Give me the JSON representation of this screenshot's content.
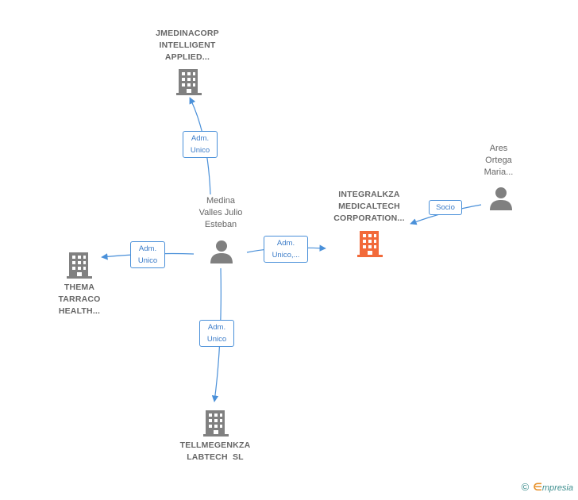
{
  "colors": {
    "edge": "#4a90d9",
    "node_gray": "#808080",
    "node_focus": "#f26a3a"
  },
  "nodes": {
    "jmedinacorp": {
      "label_lines": [
        "JMEDINACORP",
        "INTELLIGENT",
        "APPLIED..."
      ],
      "icon": "building-icon"
    },
    "medina": {
      "label_lines": [
        "Medina",
        "Valles Julio",
        "Esteban"
      ],
      "icon": "person-icon"
    },
    "integralkza": {
      "label_lines": [
        "INTEGRALKZA",
        "MEDICALTECH",
        "CORPORATION..."
      ],
      "icon": "building-icon"
    },
    "ares": {
      "label_lines": [
        "Ares",
        "Ortega",
        "Maria..."
      ],
      "icon": "person-icon"
    },
    "thema": {
      "label_lines": [
        "THEMA",
        "TARRACO",
        "HEALTH..."
      ],
      "icon": "building-icon"
    },
    "tellmegenkza": {
      "label_lines": [
        "TELLMEGENKZA",
        "LABTECH  SL"
      ],
      "icon": "building-icon"
    }
  },
  "edges": {
    "to_jmedinacorp": [
      "Adm.",
      "Unico"
    ],
    "to_thema": [
      "Adm.",
      "Unico"
    ],
    "to_integralkza": [
      "Adm.",
      "Unico,..."
    ],
    "to_tellmegenkza": [
      "Adm.",
      "Unico"
    ],
    "ares_to_integralkza": [
      "Socio"
    ]
  },
  "brand": {
    "copyright": "©",
    "e": "∈",
    "rest": "mpresia"
  }
}
